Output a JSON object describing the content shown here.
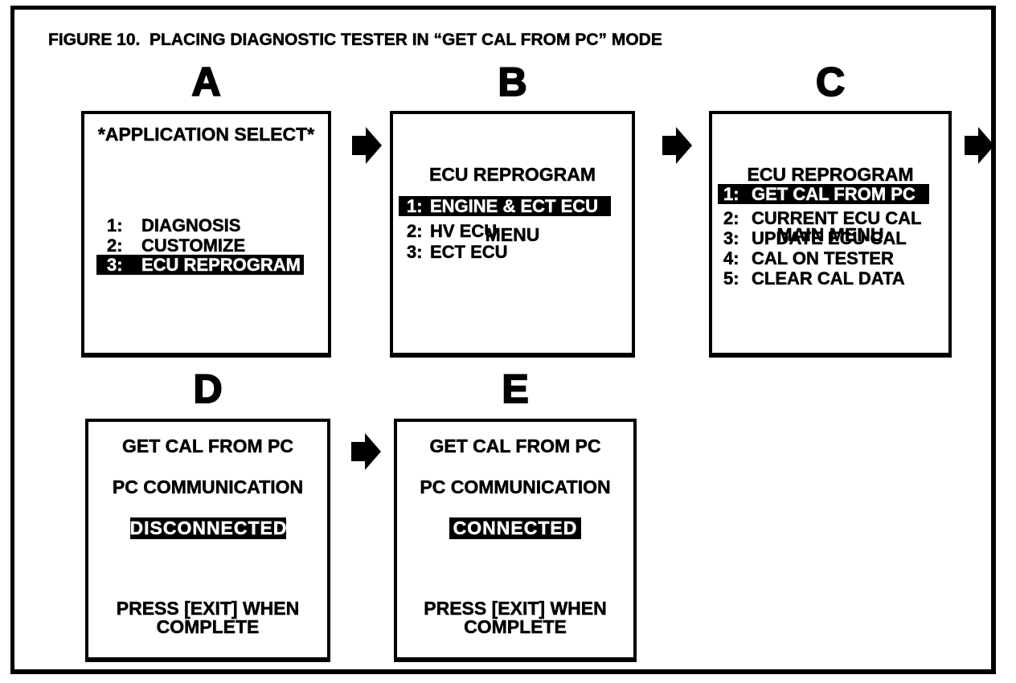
{
  "title": "FIGURE 10.  PLACING DIAGNOSTIC TESTER IN “GET CAL FROM PC” MODE",
  "colors": {
    "ink": "#000000",
    "paper": "#ffffff",
    "highlight_bg": "#000000",
    "highlight_text": "#ffffff"
  },
  "icons": {
    "flow_arrow": "right-block-arrow"
  },
  "panels": {
    "a": {
      "label": "A",
      "header": "*APPLICATION SELECT*",
      "items": [
        {
          "num": "1:",
          "text": "DIAGNOSIS"
        },
        {
          "num": "2:",
          "text": "CUSTOMIZE"
        },
        {
          "num": "3:",
          "text": "ECU REPROGRAM"
        }
      ]
    },
    "b": {
      "label": "B",
      "header1": "ECU REPROGRAM",
      "header2": "MENU",
      "items": [
        {
          "num": "1:",
          "text": "ENGINE & ECT ECU"
        },
        {
          "num": "2:",
          "text": "HV ECU"
        },
        {
          "num": "3:",
          "text": "ECT ECU"
        }
      ]
    },
    "c": {
      "label": "C",
      "header1": "ECU REPROGRAM",
      "header2": "MAIN MENU",
      "items": [
        {
          "num": "1:",
          "text": "GET CAL FROM PC"
        },
        {
          "num": "2:",
          "text": "CURRENT ECU CAL"
        },
        {
          "num": "3:",
          "text": "UPDATE ECU CAL"
        },
        {
          "num": "4:",
          "text": "CAL ON TESTER"
        },
        {
          "num": "5:",
          "text": "CLEAR CAL DATA"
        }
      ]
    },
    "d": {
      "label": "D",
      "line1": "GET CAL FROM PC",
      "line2": "PC COMMUNICATION",
      "status": "DISCONNECTED",
      "footer1": "PRESS [EXIT] WHEN",
      "footer2": "COMPLETE"
    },
    "e": {
      "label": "E",
      "line1": "GET CAL FROM PC",
      "line2": "PC COMMUNICATION",
      "status": "CONNECTED",
      "footer1": "PRESS [EXIT] WHEN",
      "footer2": "COMPLETE"
    }
  }
}
